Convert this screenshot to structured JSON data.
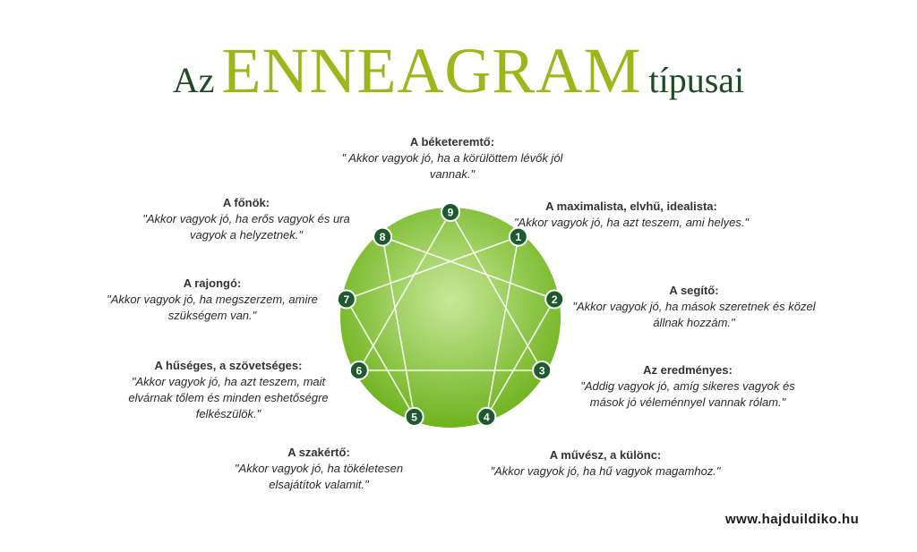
{
  "title": {
    "prefix": "Az",
    "main": "ENNEAGRAM",
    "suffix": "típusai"
  },
  "colors": {
    "title_main": "#9bb71b",
    "title_dark": "#1f4a24",
    "circle_center": "#c8e89a",
    "circle_edge": "#6fb31e",
    "node_fill": "#1f5a2e",
    "node_text": "#ffffff"
  },
  "types": [
    {
      "number": "9",
      "head": "A béketeremtő:",
      "quote": "\" Akkor vagyok jó, ha a körülöttem lévők jól vannak.\""
    },
    {
      "number": "1",
      "head": "A maximalista, elvhű, idealista:",
      "quote": "\"Akkor vagyok jó, ha azt teszem, ami helyes.\""
    },
    {
      "number": "2",
      "head": "A segítő:",
      "quote": "\"Akkor vagyok jó, ha mások szeretnek és közel állnak hozzám.\""
    },
    {
      "number": "3",
      "head": "Az eredményes:",
      "quote": "\"Addig vagyok jó, amíg sikeres vagyok és mások jó véleménnyel vannak rólam.\""
    },
    {
      "number": "4",
      "head": "A művész, a különc:",
      "quote": "\"Akkor vagyok jó, ha hű vagyok magamhoz.\""
    },
    {
      "number": "5",
      "head": "A szakértő:",
      "quote": "\"Akkor vagyok jó, ha tökéletesen elsajátítok valamit.\""
    },
    {
      "number": "6",
      "head": "A hűséges, a szövetséges:",
      "quote": "\"Akkor vagyok jó, ha azt teszem, mait elvárnak tőlem és minden eshetőségre felkészülök.\""
    },
    {
      "number": "7",
      "head": "A rajongó:",
      "quote": "\"Akkor vagyok jó, ha megszerzem, amire szükségem van.\""
    },
    {
      "number": "8",
      "head": "A főnök:",
      "quote": "\"Akkor vagyok jó, ha erős vagyok és ura vagyok a helyzetnek.\""
    }
  ],
  "website": "www.hajduildiko.hu"
}
